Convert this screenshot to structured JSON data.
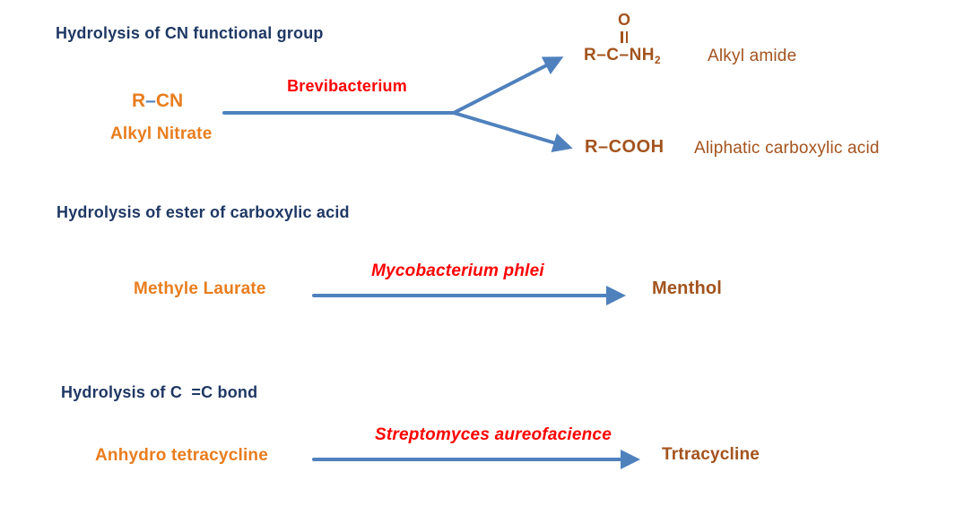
{
  "colors": {
    "heading_navy": "#1F3864",
    "reactant_orange": "#E87D1E",
    "catalyst_red": "#FF0000",
    "product_brown": "#A3531D",
    "arrow_blue": "#4F81BD",
    "background": "#FFFFFF"
  },
  "sections": [
    {
      "title": "Hydrolysis of CN functional group",
      "reactant_formula": {
        "r": "R",
        "bond": "–",
        "group": "CN"
      },
      "reactant_name": "Alkyl Nitrate",
      "catalyst": "Brevibacterium",
      "products": [
        {
          "structure": {
            "top_atom": "O",
            "chain": "R–C–NH",
            "subscript": "2"
          },
          "name": "Alkyl amide"
        },
        {
          "formula": "R–COOH",
          "name": "Aliphatic carboxylic acid"
        }
      ]
    },
    {
      "title": "Hydrolysis of ester of carboxylic acid",
      "reactant_name": "Methyle Laurate",
      "catalyst": "Mycobacterium phlei",
      "product_name": "Menthol"
    },
    {
      "title": "Hydrolysis of C  =C bond",
      "reactant_name": "Anhydro tetracycline",
      "catalyst": "Streptomyces aureofacience",
      "product_name": "Trtracycline"
    }
  ]
}
